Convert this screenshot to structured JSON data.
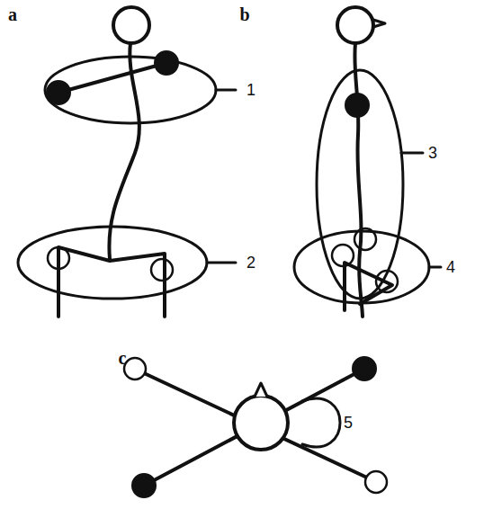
{
  "diagram": {
    "labels": [
      "a",
      "1",
      "2",
      "b",
      "3",
      "4",
      "c",
      "5"
    ]
  }
}
